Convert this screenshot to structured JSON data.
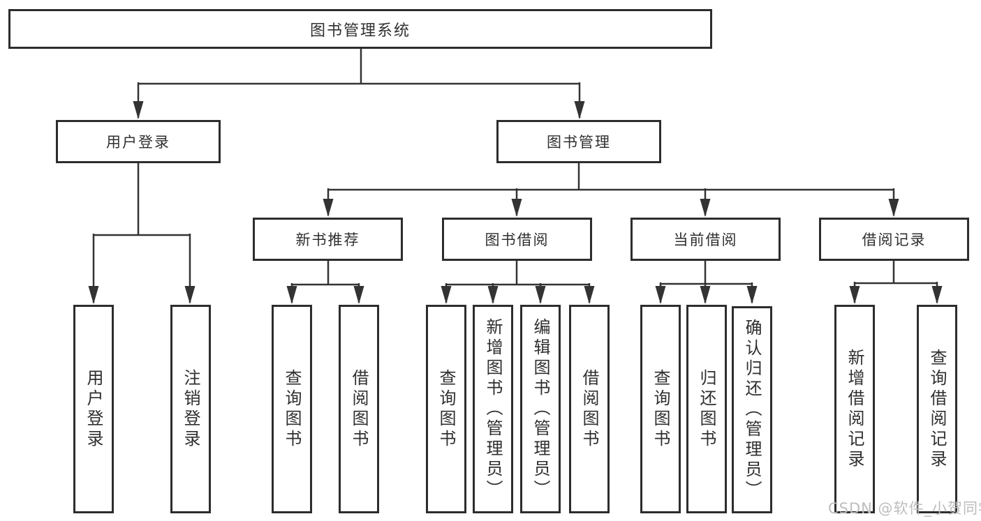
{
  "diagram": {
    "root": {
      "label": "图书管理系统"
    },
    "branches": [
      {
        "label": "用户登录",
        "leaves": [
          "用户登录",
          "注销登录"
        ]
      },
      {
        "label": "图书管理",
        "sections": [
          {
            "label": "新书推荐",
            "leaves": [
              "查询图书",
              "借阅图书"
            ]
          },
          {
            "label": "图书借阅",
            "leaves": [
              "查询图书",
              "新增图书（管理员）",
              "编辑图书（管理员）",
              "借阅图书"
            ]
          },
          {
            "label": "当前借阅",
            "leaves": [
              "查询图书",
              "归还图书",
              "确认归还（管理员）"
            ]
          },
          {
            "label": "借阅记录",
            "leaves": [
              "新增借阅记录",
              "查询借阅记录"
            ]
          }
        ]
      }
    ]
  },
  "watermark": {
    "text": "CSDN @软件_小贺同学"
  },
  "colors": {
    "connector": "#333333",
    "node_border": "#2d2d2d",
    "text": "#2f2f2f",
    "watermark": "#bdbdbd",
    "background": "#ffffff"
  }
}
